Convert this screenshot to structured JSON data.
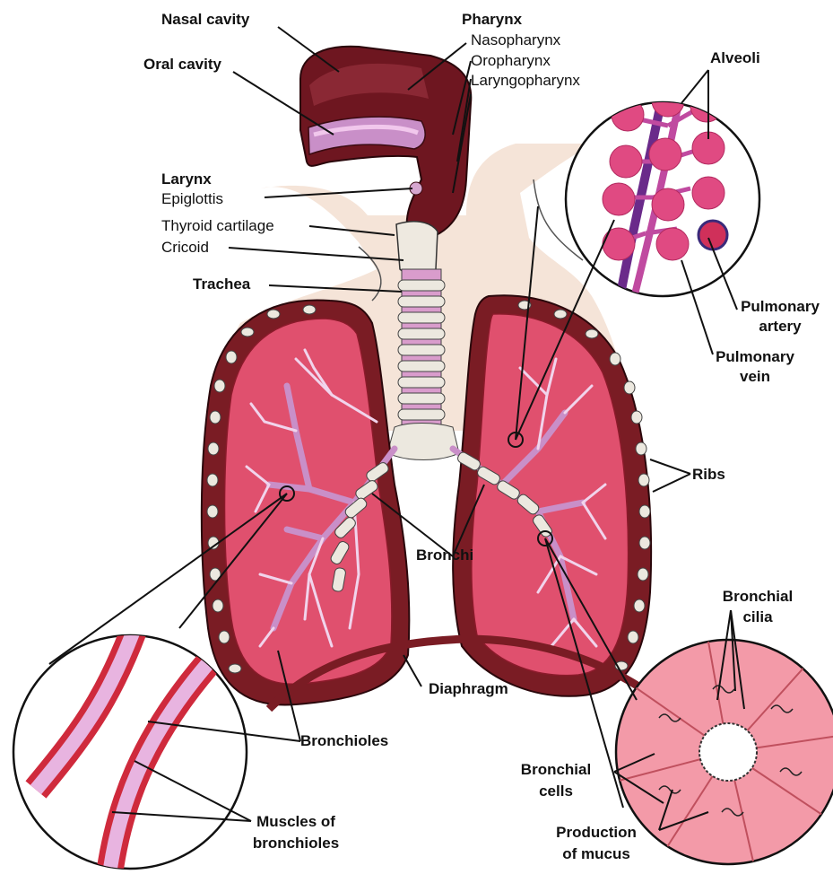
{
  "colors": {
    "lung": "#e0506e",
    "lung_light": "#f27a95",
    "lung_dark": "#8a1a2a",
    "rib_band": "#7a1c24",
    "pharynx": "#6e1620",
    "skin": "#f3dfd1",
    "cartilage": "#ece8df",
    "bronchiole": "#d9a4d2",
    "alveoli": "#e04a82",
    "muscle": "#cf2a3c",
    "muscle_tube": "#e8b4e0",
    "ink": "#111111"
  },
  "labels": {
    "nasal_cavity": "Nasal cavity",
    "oral_cavity": "Oral cavity",
    "pharynx": "Pharynx",
    "nasopharynx": "Nasopharynx",
    "oropharynx": "Oropharynx",
    "laryngopharynx": "Laryngopharynx",
    "larynx": "Larynx",
    "epiglottis": "Epiglottis",
    "thyroid_cartilage": "Thyroid cartilage",
    "cricoid": "Cricoid",
    "trachea": "Trachea",
    "alveoli": "Alveoli",
    "pulmonary_artery_1": "Pulmonary",
    "pulmonary_artery_2": "artery",
    "pulmonary_vein_1": "Pulmonary",
    "pulmonary_vein_2": "vein",
    "ribs": "Ribs",
    "bronchi": "Bronchi",
    "bronchial_cilia_1": "Bronchial",
    "bronchial_cilia_2": "cilia",
    "diaphragm": "Diaphragm",
    "bronchioles": "Bronchioles",
    "bronchial_cells_1": "Bronchial",
    "bronchial_cells_2": "cells",
    "muscles_of_bronchioles_1": "Muscles of",
    "muscles_of_bronchioles_2": "bronchioles",
    "production_of_mucus_1": "Production",
    "production_of_mucus_2": "of mucus"
  }
}
